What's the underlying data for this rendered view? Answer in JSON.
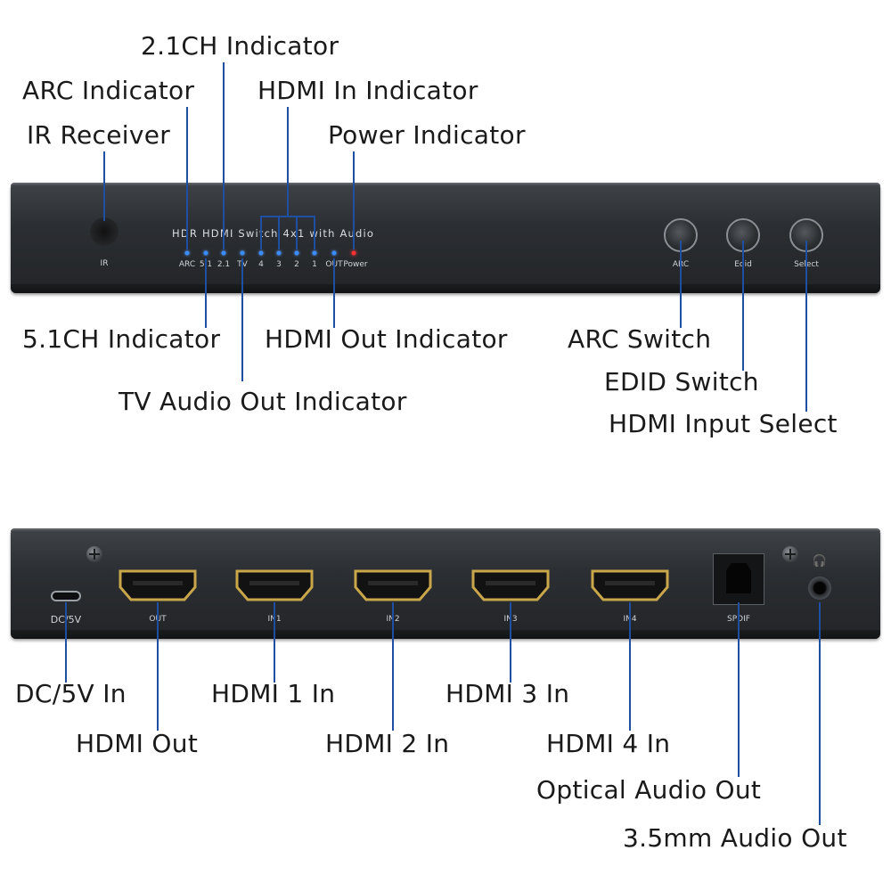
{
  "front": {
    "brand_text": "HDR HDMI Switch 4x1 with Audio",
    "ir_label": "IR",
    "led_labels": {
      "arc": "ARC",
      "ch51": "5.1",
      "ch21": "2.1",
      "tv": "TV",
      "in4": "4",
      "in3": "3",
      "in2": "2",
      "in1": "1",
      "out": "OUT",
      "power": "Power"
    },
    "button_labels": {
      "arc": "ARC",
      "edid": "Edid",
      "select": "Select"
    },
    "callouts": {
      "ch21_indicator": "2.1CH Indicator",
      "arc_indicator": "ARC Indicator",
      "hdmi_in_indicator": "HDMI In Indicator",
      "ir_receiver": "IR Receiver",
      "power_indicator": "Power Indicator",
      "ch51_indicator": "5.1CH Indicator",
      "hdmi_out_indicator": "HDMI Out Indicator",
      "tv_audio_out_indicator": "TV Audio Out Indicator",
      "arc_switch": "ARC Switch",
      "edid_switch": "EDID Switch",
      "hdmi_input_select": "HDMI Input Select"
    }
  },
  "rear": {
    "port_labels": {
      "dc": "DC/5V",
      "out": "OUT",
      "in1": "IN1",
      "in2": "IN2",
      "in3": "IN3",
      "in4": "IN4",
      "spdif": "SPDIF"
    },
    "callouts": {
      "dc_in": "DC/5V In",
      "hdmi_out": "HDMI Out",
      "hdmi1_in": "HDMI 1 In",
      "hdmi2_in": "HDMI 2 In",
      "hdmi3_in": "HDMI 3 In",
      "hdmi4_in": "HDMI 4 In",
      "optical_out": "Optical Audio Out",
      "audio35_out": "3.5mm Audio Out"
    }
  },
  "colors": {
    "led_blue": "#3a8cff",
    "led_red": "#ff3030",
    "leader": "#1f4fa3",
    "hdmi_gold": "#c9a64a"
  }
}
